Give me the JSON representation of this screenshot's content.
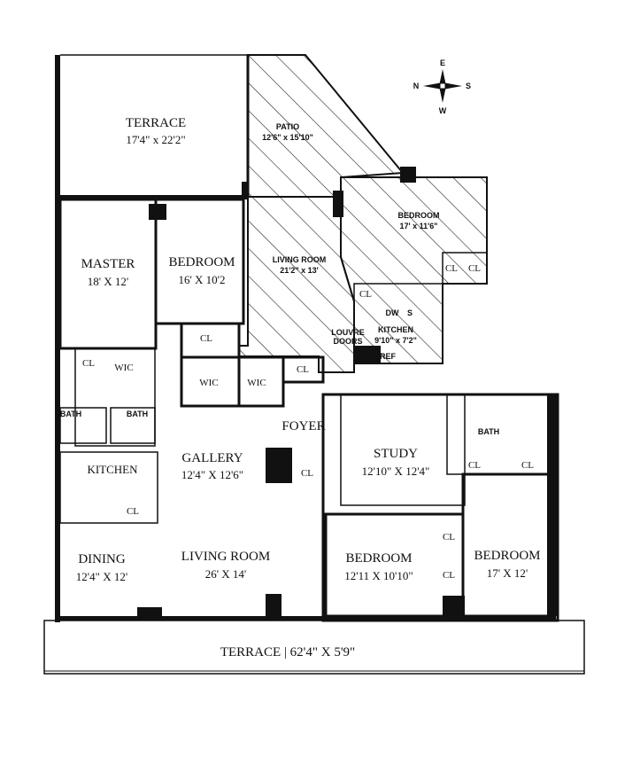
{
  "compass": {
    "n": "N",
    "e": "E",
    "s": "S",
    "w": "W"
  },
  "rooms": {
    "terrace_top": {
      "name": "TERRACE",
      "dim": "17'4\" x 22'2\""
    },
    "patio": {
      "name": "PATIO",
      "dim": "12'6\" x 15'10\""
    },
    "bedroom_upper": {
      "name": "BEDROOM",
      "dim": "17' x 11'6\""
    },
    "living_upper": {
      "name": "LIVING ROOM",
      "dim": "21'2\" x 13'"
    },
    "kitchen_upper": {
      "name": "KITCHEN",
      "dim": "9'10\" x 7'2\"",
      "louvre1": "LOUVRE",
      "louvre2": "DOORS",
      "dw": "DW",
      "sink": "S",
      "ref": "REF",
      "cl": "CL"
    },
    "master": {
      "name": "MASTER",
      "dim": "18' X 12'"
    },
    "bedroom_16": {
      "name": "BEDROOM",
      "dim": "16' X 10'2"
    },
    "gallery": {
      "name": "GALLERY",
      "dim": "12'4\" X 12'6\""
    },
    "foyer": {
      "name": "FOYER"
    },
    "kitchen": {
      "name": "KITCHEN"
    },
    "dining": {
      "name": "DINING",
      "dim": "12'4\" X 12'"
    },
    "living": {
      "name": "LIVING ROOM",
      "dim": "26' X 14'"
    },
    "study": {
      "name": "STUDY",
      "dim": "12'10\" X 12'4\""
    },
    "bedroom_12": {
      "name": "BEDROOM",
      "dim": "12'11 X 10'10\""
    },
    "bedroom_17": {
      "name": "BEDROOM",
      "dim": "17' X 12'"
    },
    "terrace_bottom": {
      "name": "TERRACE | 62'4\" X 5'9\""
    }
  },
  "labels": {
    "cl": "CL",
    "wic": "WIC",
    "bath": "BATH"
  }
}
